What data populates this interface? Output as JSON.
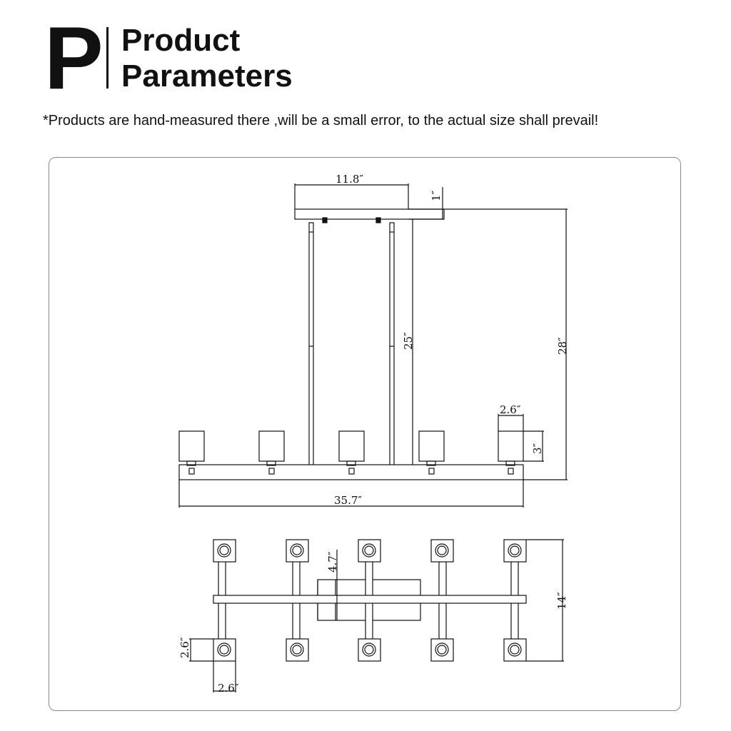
{
  "header": {
    "logo_letter": "P",
    "title_line1": "Product",
    "title_line2": "Parameters",
    "notice": "*Products are hand-measured there ,will be a small error, to the actual size shall prevail!"
  },
  "dimensions": {
    "canopy_width": "11.8″",
    "canopy_height": "1″",
    "rod_length": "25″",
    "overall_height": "28″",
    "shade_width": "2.6″",
    "shade_height": "3″",
    "overall_length": "35.7″",
    "top_canopy_depth": "4.7″",
    "top_overall_depth": "14″",
    "top_shade_height": "2.6″",
    "top_shade_width": "2.6″"
  },
  "colors": {
    "line": "#111111",
    "frame": "#8a8a8a"
  }
}
